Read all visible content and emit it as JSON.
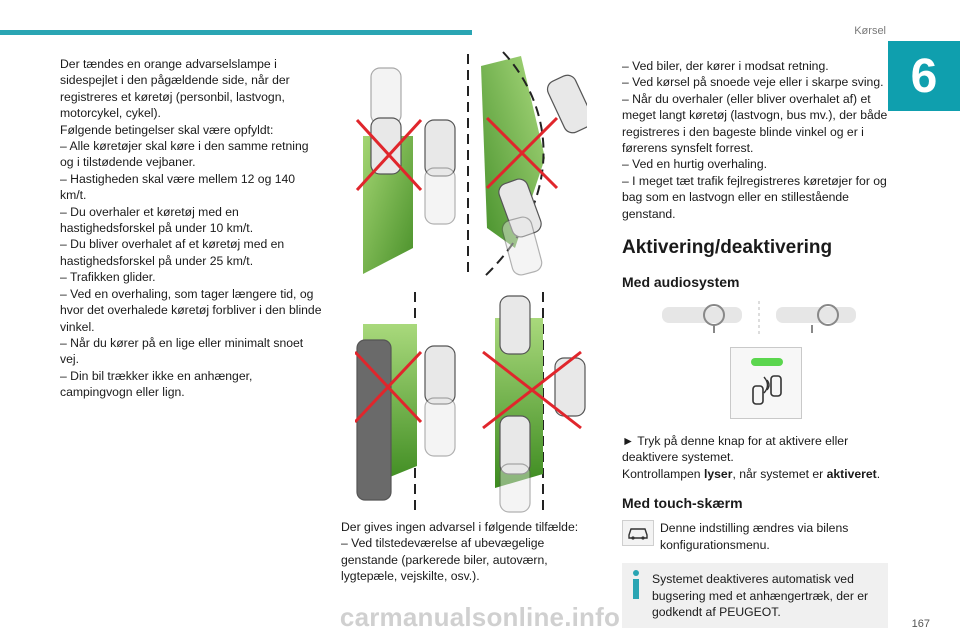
{
  "header": {
    "section": "Kørsel",
    "chapter": "6"
  },
  "left_column": [
    "Der tændes en orange advarselslampe i sidespejlet i den pågældende side, når der registreres et køretøj (personbil, lastvogn, motorcykel, cykel).",
    "Følgende betingelser skal være opfyldt:",
    "–  Alle køretøjer skal køre i den samme retning og i tilstødende vejbaner.",
    "–  Hastigheden skal være mellem 12 og 140 km/t.",
    "–  Du overhaler et køretøj med en hastighedsforskel på under 10 km/t.",
    "–  Du bliver overhalet af et køretøj med en hastighedsforskel på under 25 km/t.",
    "–  Trafikken glider.",
    "–  Ved en overhaling, som tager længere tid, og hvor det overhalede køretøj forbliver i den blinde vinkel.",
    "–  Når du kører på en lige eller minimalt snoet vej.",
    "–  Din bil trækker ikke en anhænger, campingvogn eller lign."
  ],
  "middle_column": [
    "Der gives ingen advarsel i følgende tilfælde:",
    "–  Ved tilstedeværelse af ubevægelige genstande (parkerede biler, autoværn, lygtepæle, vejskilte, osv.)."
  ],
  "right_column": {
    "lines": [
      "–  Ved biler, der kører i modsat retning.",
      "–  Ved kørsel på snoede veje eller i skarpe sving.",
      "–  Når du overhaler (eller bliver overhalet af) et meget langt køretøj (lastvogn, bus mv.), der både registreres i den bageste blinde vinkel og er i førerens synsfelt forrest.",
      "–  Ved en hurtig overhaling.",
      "–  I meget tæt trafik fejlregistreres køretøjer for og bag som en lastvogn eller en stillestående genstand."
    ],
    "section_title": "Aktivering/deaktivering",
    "audio_title": "Med audiosystem",
    "audio_instruction": "►  Tryk på denne knap for at aktivere eller deaktivere systemet.",
    "lamp_prefix": "Kontrollampen ",
    "lamp_word1": "lyser",
    "lamp_mid": ", når systemet er ",
    "lamp_word2": "aktiveret",
    "lamp_suffix": ".",
    "touch_title": "Med touch-skærm",
    "touch_text": "Denne indstilling ændres via bilens konfigurationsmenu.",
    "info_line1": "Systemet deaktiveres automatisk ved",
    "info_line2": "bugsering med et anhængertræk, der er godkendt af PEUGEOT."
  },
  "footer": {
    "page": "167",
    "watermark": "carmanualsonline.info"
  },
  "colors": {
    "accent": "#0f9fae",
    "rule": "#2aa5b3",
    "cross": "#e0262c",
    "zone": "#5fae2e"
  },
  "icons": {
    "touch": "car-settings-icon",
    "info": "info-icon",
    "button": "blind-spot-button-icon"
  }
}
